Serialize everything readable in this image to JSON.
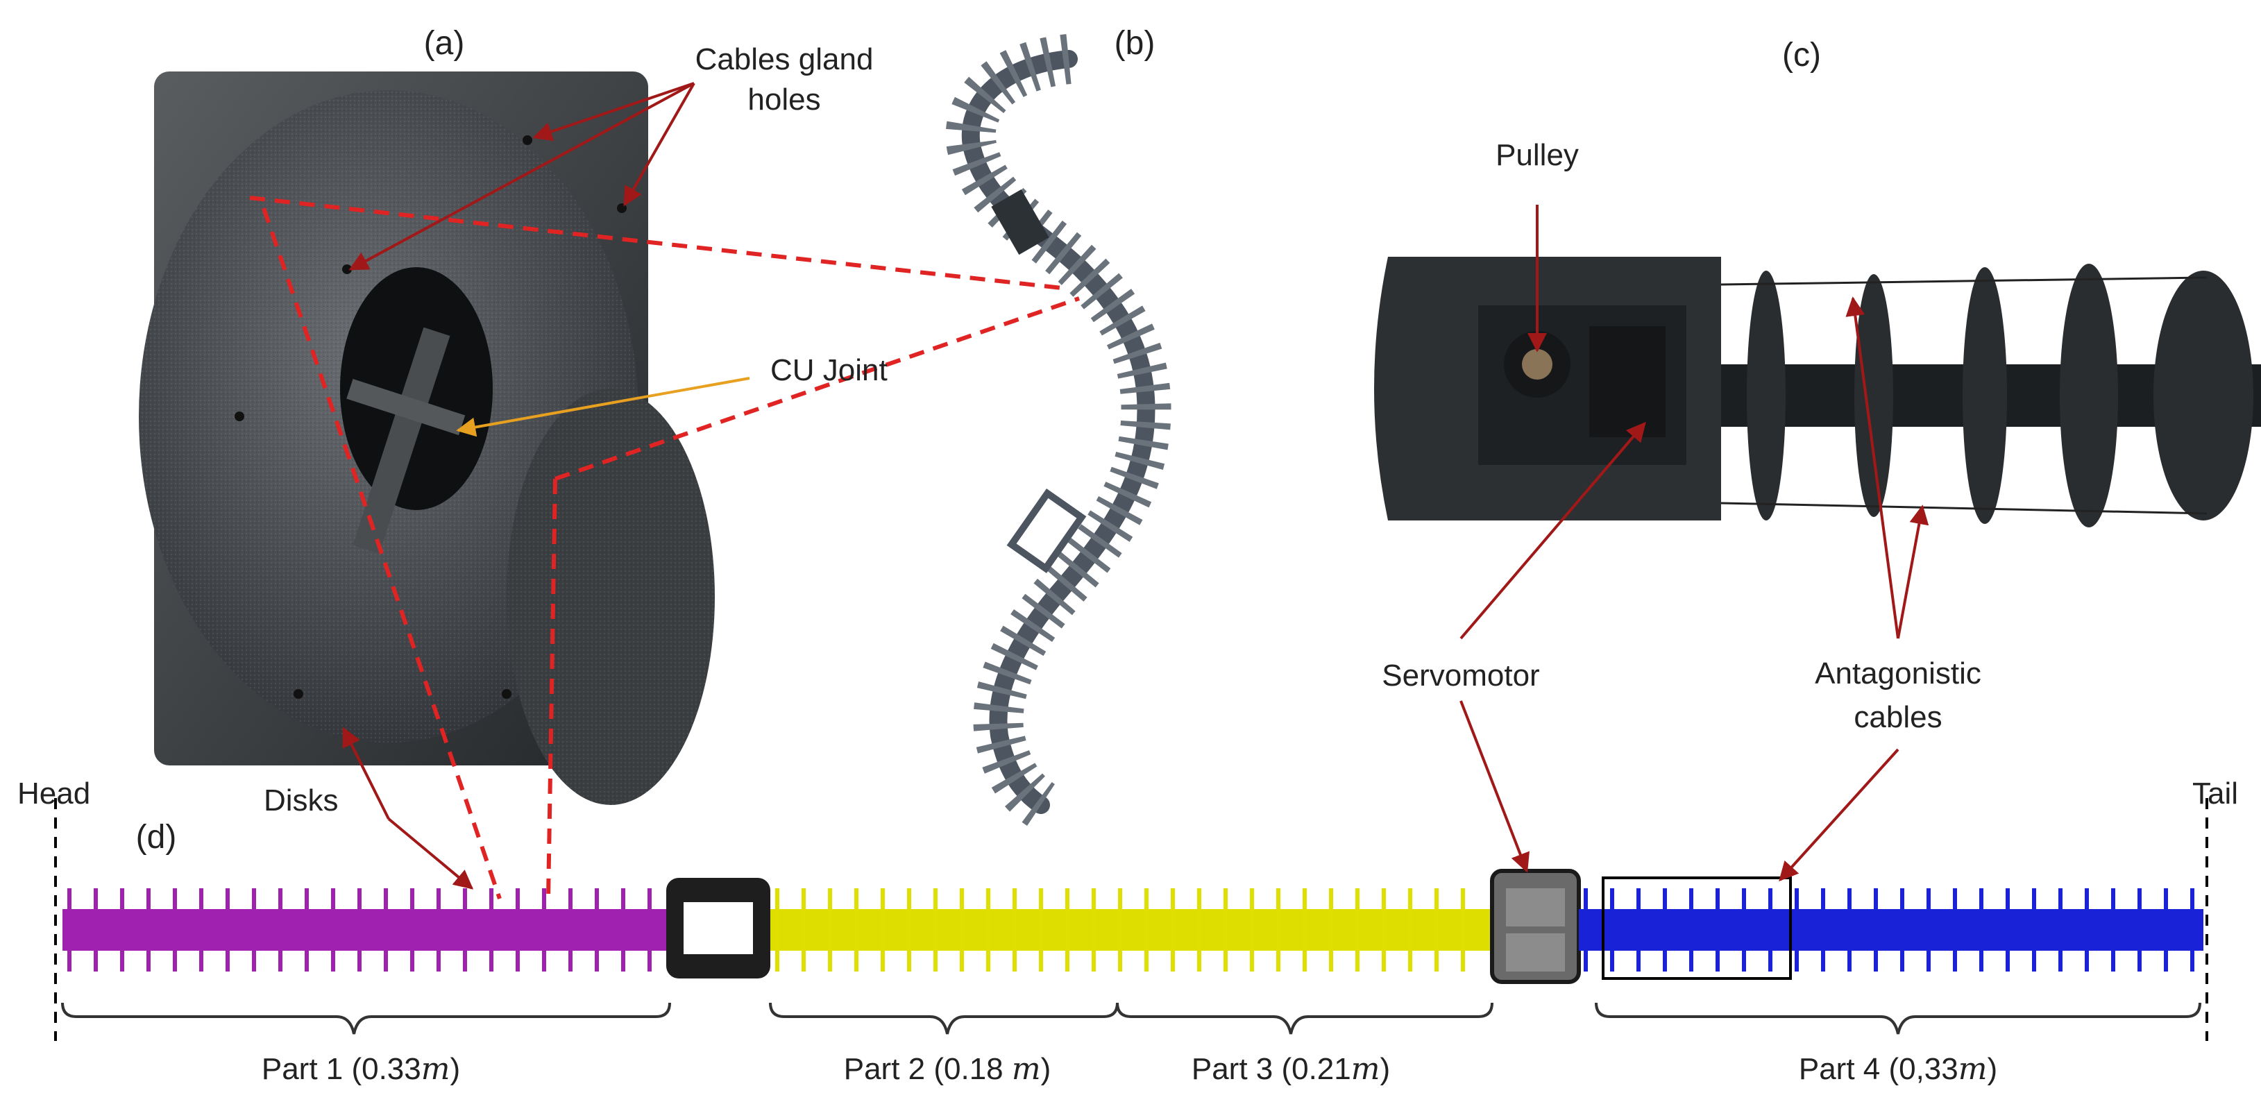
{
  "panels": {
    "a": "(a)",
    "b": "(b)",
    "c": "(c)",
    "d": "(d)"
  },
  "annotations": {
    "cables_gland_line1": "Cables gland",
    "cables_gland_line2": "holes",
    "cu_joint": "CU Joint",
    "disks": "Disks",
    "pulley": "Pulley",
    "servomotor": "Servomotor",
    "antagonistic_line1": "Antagonistic",
    "antagonistic_line2": "cables"
  },
  "ends": {
    "head": "Head",
    "tail": "Tail"
  },
  "parts": [
    {
      "label": "Part 1 (0.33",
      "unit": "m",
      "close": ")",
      "color": "#a020b0"
    },
    {
      "label": "Part 2 (0.18 ",
      "unit": "m",
      "close": ")",
      "color": "#e0e000"
    },
    {
      "label": "Part 3 (0.21",
      "unit": "m",
      "close": ")",
      "color": "#e0e000"
    },
    {
      "label": "Part 4 (0,33",
      "unit": "m",
      "close": ")",
      "color": "#1a22d8"
    }
  ],
  "colors": {
    "arrow": "#a01818",
    "dashed_projection": "#e02424",
    "cu_joint_arrow": "#e8a020",
    "photo_dark": "#3a3d40"
  }
}
